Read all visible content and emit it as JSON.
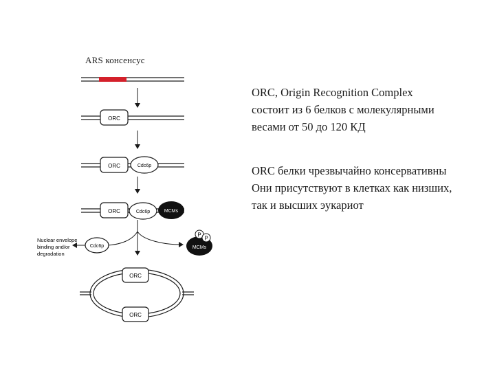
{
  "diagram": {
    "ars_label": "ARS консенсус",
    "orc_label": "ORC",
    "cdc6_label": "Cdc6p",
    "mcm_label": "MCMs",
    "phospho_label": "P",
    "side_label_lines": [
      "Nuclear envelope",
      "binding and/or",
      "degradation"
    ],
    "colors": {
      "ars_segment": "#d4202a",
      "line": "#1a1a1a",
      "mcm_fill": "#111111"
    }
  },
  "text": {
    "block1": [
      "ORC, Origin Recognition Complex",
      "состоит из 6 белков с молекулярными",
      "весами от 50 до 120 КД"
    ],
    "block2": [
      "ORC белки чрезвычайно консервативны",
      "Они присутствуют в клетках как низших,",
      "так и высших эукариот"
    ]
  }
}
